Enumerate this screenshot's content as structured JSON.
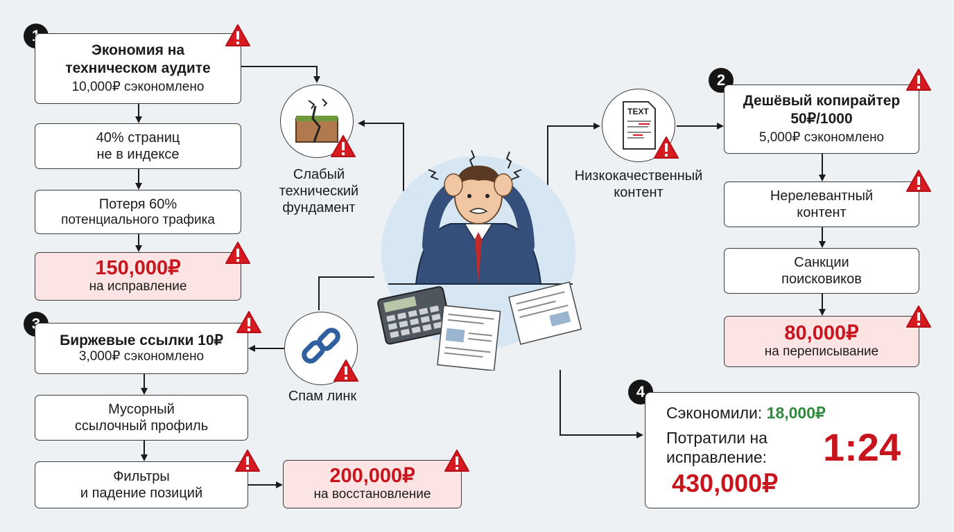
{
  "branch1": {
    "number": "1",
    "title_lines": [
      "Экономия на",
      "техническом аудите"
    ],
    "saved": "10,000₽ сэкономлено",
    "step1_lines": [
      "40% страниц",
      "не в индексе"
    ],
    "step2_lines": [
      "Потеря 60%",
      "потенциального трафика"
    ],
    "cost": "150,000₽",
    "cost_label": "на исправление"
  },
  "branch2": {
    "number": "2",
    "title_lines": [
      "Дешёвый копирайтер",
      "50₽/1000"
    ],
    "saved": "5,000₽ сэкономлено",
    "step1_lines": [
      "Нерелевантный",
      "контент"
    ],
    "step2_lines": [
      "Санкции",
      "поисковиков"
    ],
    "cost": "80,000₽",
    "cost_label": "на переписывание"
  },
  "branch3": {
    "number": "3",
    "title": "Биржевые ссылки 10₽",
    "saved": "3,000₽ сэкономлено",
    "step1_lines": [
      "Мусорный",
      "ссылочный профиль"
    ],
    "step2_lines": [
      "Фильтры",
      "и падение позиций"
    ],
    "cost": "200,000₽",
    "cost_label": "на восстановление"
  },
  "icons": {
    "tech": {
      "lines": [
        "Слабый",
        "технический",
        "фундамент"
      ],
      "icon": "broken-ground-icon"
    },
    "content": {
      "lines": [
        "Низкокачественный",
        "контент"
      ],
      "icon": "text-document-icon",
      "doc_text": "TEXT"
    },
    "links": {
      "lines": [
        "Спам линк"
      ],
      "icon": "broken-chain-icon"
    }
  },
  "summary": {
    "number": "4",
    "saved_label": "Сэкономили:",
    "saved_value": "18,000₽",
    "spent_lines": [
      "Потратили на",
      "исправление:"
    ],
    "spent_value": "430,000₽",
    "ratio": "1:24"
  },
  "colors": {
    "accent_red": "#c8141c",
    "accent_green": "#2e8b3c",
    "warning": "#d71920"
  }
}
